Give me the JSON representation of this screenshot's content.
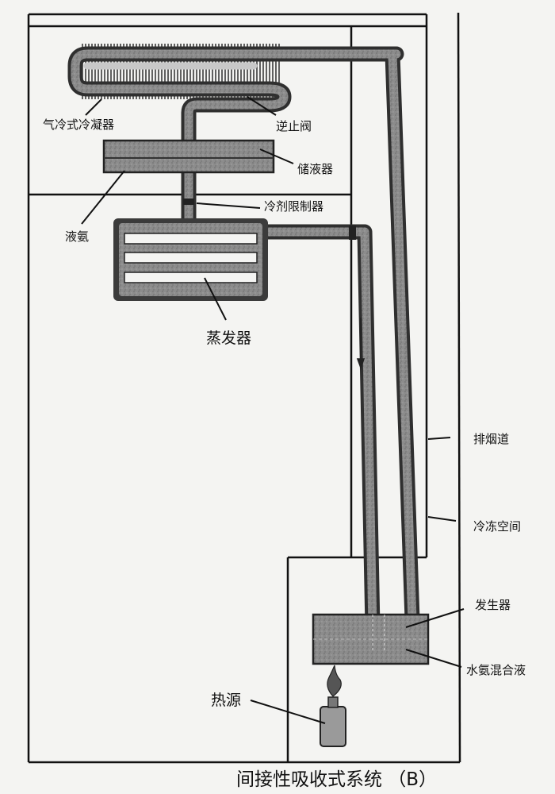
{
  "labels": {
    "air_condenser": "气冷式冷凝器",
    "check_valve": "逆止阀",
    "receiver": "储液器",
    "refrigerant_limiter": "冷剂限制器",
    "liquid_ammonia": "液氨",
    "evaporator": "蒸发器",
    "flue": "排烟道",
    "freezing_space": "冷冻空间",
    "generator": "发生器",
    "water_ammonia_solution": "水氨混合液",
    "heat_source": "热源"
  },
  "caption": "间接性吸收式系统 （B）",
  "colors": {
    "pipe_fill": "#8a8a8a",
    "pipe_dark": "#3a3a3a",
    "frame": "#111111",
    "background": "#f4f4f2",
    "flame": "#555555"
  },
  "icons": [
    "arrow-down-icon",
    "flame-icon"
  ]
}
